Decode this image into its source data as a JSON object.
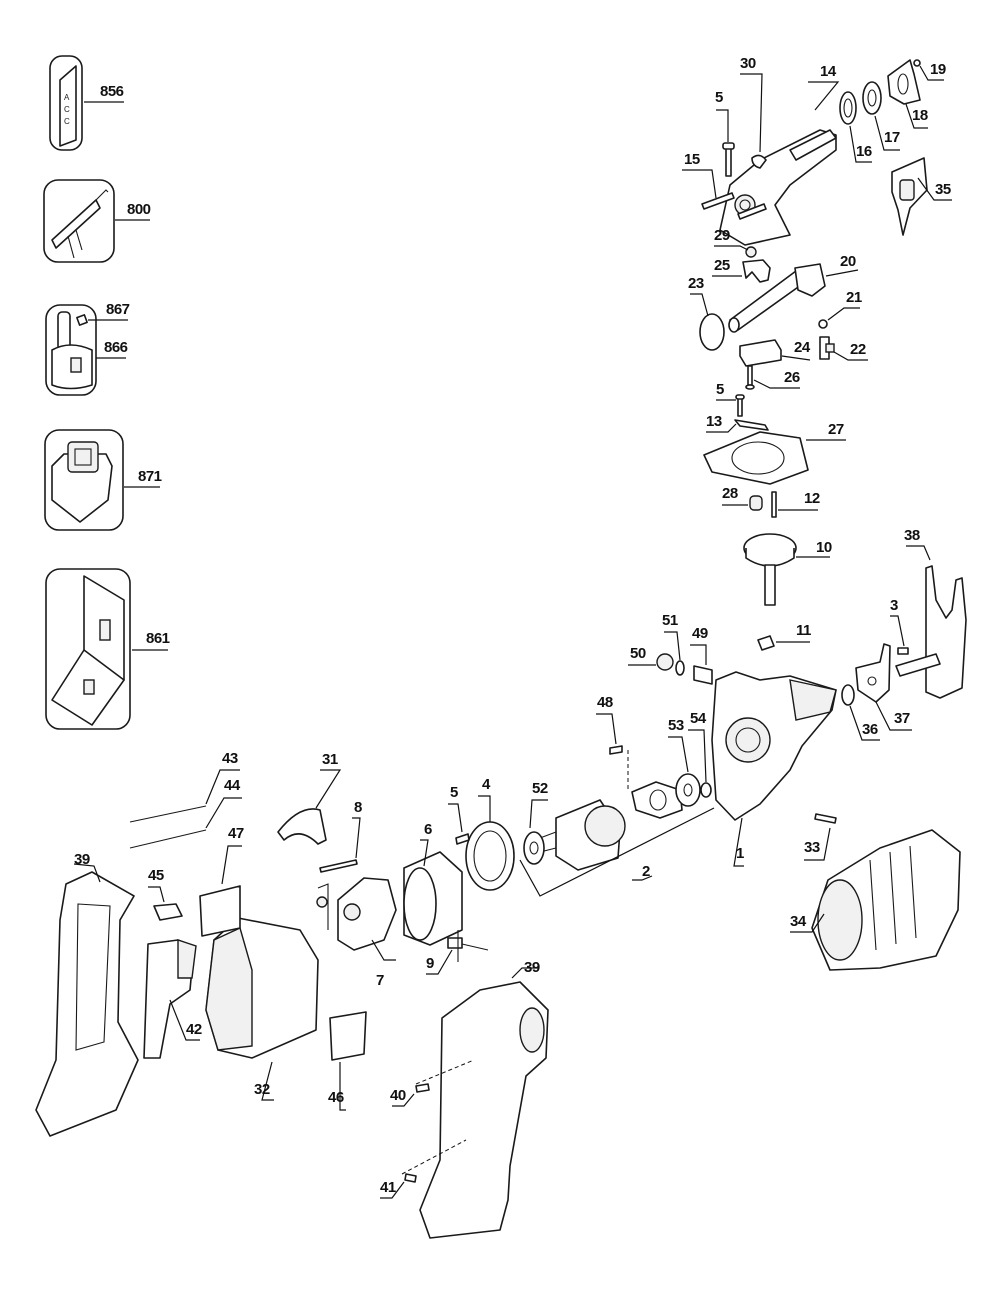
{
  "diagram": {
    "type": "exploded-parts-view",
    "subject": "cordless reciprocating saw",
    "accessories": [
      {
        "id": "856",
        "label": "856",
        "description": "label / nameplate"
      },
      {
        "id": "800",
        "label": "800",
        "description": "wrench / tool"
      },
      {
        "id": "867",
        "label": "867",
        "description": "battery cap"
      },
      {
        "id": "866",
        "label": "866",
        "description": "battery pack"
      },
      {
        "id": "871",
        "label": "871",
        "description": "charger"
      },
      {
        "id": "861",
        "label": "861",
        "description": "carrying case"
      }
    ],
    "parts": [
      {
        "id": "1",
        "label": "1"
      },
      {
        "id": "2",
        "label": "2"
      },
      {
        "id": "3",
        "label": "3"
      },
      {
        "id": "4",
        "label": "4"
      },
      {
        "id": "5a",
        "label": "5"
      },
      {
        "id": "5b",
        "label": "5"
      },
      {
        "id": "5c",
        "label": "5"
      },
      {
        "id": "6",
        "label": "6"
      },
      {
        "id": "7",
        "label": "7"
      },
      {
        "id": "8",
        "label": "8"
      },
      {
        "id": "9",
        "label": "9"
      },
      {
        "id": "10",
        "label": "10"
      },
      {
        "id": "11",
        "label": "11"
      },
      {
        "id": "12",
        "label": "12"
      },
      {
        "id": "13",
        "label": "13"
      },
      {
        "id": "14",
        "label": "14"
      },
      {
        "id": "15",
        "label": "15"
      },
      {
        "id": "16",
        "label": "16"
      },
      {
        "id": "17",
        "label": "17"
      },
      {
        "id": "18",
        "label": "18"
      },
      {
        "id": "19",
        "label": "19"
      },
      {
        "id": "20",
        "label": "20"
      },
      {
        "id": "21",
        "label": "21"
      },
      {
        "id": "22",
        "label": "22"
      },
      {
        "id": "23",
        "label": "23"
      },
      {
        "id": "24",
        "label": "24"
      },
      {
        "id": "25",
        "label": "25"
      },
      {
        "id": "26",
        "label": "26"
      },
      {
        "id": "27",
        "label": "27"
      },
      {
        "id": "28",
        "label": "28"
      },
      {
        "id": "29",
        "label": "29"
      },
      {
        "id": "30",
        "label": "30"
      },
      {
        "id": "31",
        "label": "31"
      },
      {
        "id": "32",
        "label": "32"
      },
      {
        "id": "33",
        "label": "33"
      },
      {
        "id": "34",
        "label": "34"
      },
      {
        "id": "35",
        "label": "35"
      },
      {
        "id": "36",
        "label": "36"
      },
      {
        "id": "37",
        "label": "37"
      },
      {
        "id": "38",
        "label": "38"
      },
      {
        "id": "39a",
        "label": "39"
      },
      {
        "id": "39b",
        "label": "39"
      },
      {
        "id": "40",
        "label": "40"
      },
      {
        "id": "41",
        "label": "41"
      },
      {
        "id": "42",
        "label": "42"
      },
      {
        "id": "43",
        "label": "43"
      },
      {
        "id": "44",
        "label": "44"
      },
      {
        "id": "45",
        "label": "45"
      },
      {
        "id": "46",
        "label": "46"
      },
      {
        "id": "47",
        "label": "47"
      },
      {
        "id": "48",
        "label": "48"
      },
      {
        "id": "49",
        "label": "49"
      },
      {
        "id": "50",
        "label": "50"
      },
      {
        "id": "51",
        "label": "51"
      },
      {
        "id": "52",
        "label": "52"
      },
      {
        "id": "53",
        "label": "53"
      },
      {
        "id": "54",
        "label": "54"
      }
    ],
    "nameplate_text": "ACC"
  }
}
